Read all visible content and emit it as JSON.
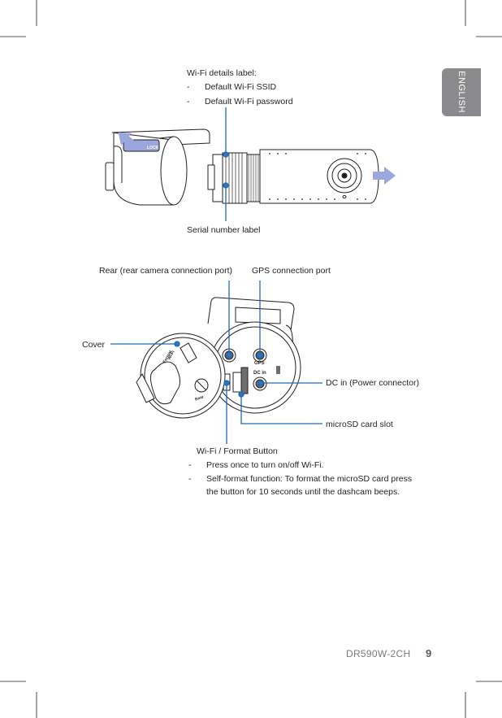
{
  "side_tab": {
    "language": "ENGLISH"
  },
  "top_diagram": {
    "wifi_label": {
      "title": "Wi-Fi details label:",
      "items": [
        "Default Wi-Fi SSID",
        "Default Wi-Fi password"
      ]
    },
    "lock_label": "LOCK",
    "serial_label": "Serial number label"
  },
  "bottom_diagram": {
    "rear_port": "Rear (rear camera connection port)",
    "gps_port": "GPS connection port",
    "cover": "Cover",
    "dc_in": "DC in (Power connector)",
    "microsd": "microSD card slot",
    "port_text": {
      "gps": "GPS",
      "dc": "DC in",
      "cover_wifi": "Wi-Fi",
      "cover_format": "Format",
      "cover_rear": "Rear"
    },
    "wifi_button": {
      "title": "Wi-Fi / Format Button",
      "items": [
        "Press once to turn on/off Wi-Fi.",
        "Self-format function: To format the microSD card press",
        "the button for 10 seconds until the dashcam beeps."
      ]
    }
  },
  "footer": {
    "model": "DR590W-2CH",
    "page": "9"
  },
  "colors": {
    "callout_line": "#1c6bb5",
    "callout_dot": "#2d77c0",
    "arrow": "#9aa6dc",
    "tab": "#8a8a8c"
  }
}
